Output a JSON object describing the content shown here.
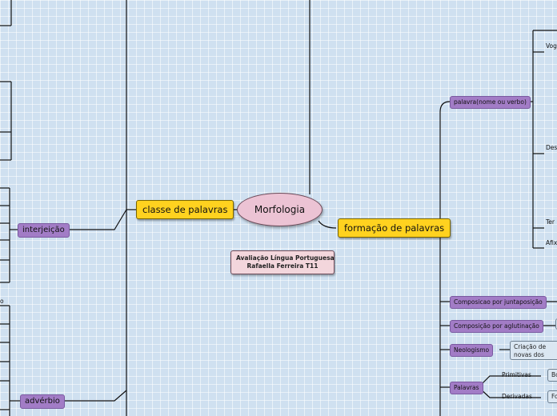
{
  "central": {
    "label": "Morfologia"
  },
  "left_branch": {
    "label": "classe de palavras",
    "items": [
      {
        "label": "interjeição"
      },
      {
        "label": "advérbio"
      }
    ]
  },
  "right_branch": {
    "label": "formação de palavras",
    "items": [
      {
        "label": "palavra(nome ou verbo)",
        "children": [
          "Vog",
          "Des",
          "Ter",
          "Afix"
        ]
      },
      {
        "label": "Composicao por juntaposição"
      },
      {
        "label": "Composição por aglutinação"
      },
      {
        "label": "Neologismo",
        "note": "Criação de novas dos falantes em c"
      },
      {
        "label": "Palavras",
        "children": [
          {
            "label": "Primitivas",
            "box": "Bo"
          },
          {
            "label": "Derivadas",
            "box": "Fo"
          }
        ]
      }
    ]
  },
  "info_card": {
    "line1": "Avaliação Língua Portuguesa",
    "line2": "Rafaella Ferreira T11"
  }
}
